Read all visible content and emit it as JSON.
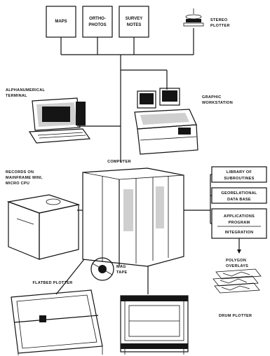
{
  "labels": {
    "maps": "MAPS",
    "orthophotos_1": "ORTHO-",
    "orthophotos_2": "PHOTOS",
    "survey_notes_1": "SURVEY",
    "survey_notes_2": "NOTES",
    "stereo_plotter_1": "STEREO",
    "stereo_plotter_2": "PLOTTER",
    "alphanumerical_terminal_1": "ALPHANUMERICAL",
    "alphanumerical_terminal_2": "TERMINAL",
    "graphic_workstation_1": "GRAPHIC",
    "graphic_workstation_2": "WORKSTATION",
    "computer": "COMPUTER",
    "records_1": "RECORDS ON",
    "records_2": "MAINFRAME MINI,",
    "records_3": "MICRO CPU",
    "library_1": "LIBRARY OF",
    "library_2": "SUBROUTINES",
    "geo_db_1": "GEORELATIONAL",
    "geo_db_2": "DATA BASE",
    "apps_1": "APPLICATIONS",
    "apps_2": "PROGRAM",
    "apps_3": "INTEGRATION",
    "polygon_overlays_1": "POLYGON",
    "polygon_overlays_2": "OVERLAYS",
    "mag_tape_1": "MAG",
    "mag_tape_2": "TAPE",
    "flatbed_plotter": "FLATBED PLOTTER",
    "drum_plotter": "DRUM PLOTTER"
  }
}
